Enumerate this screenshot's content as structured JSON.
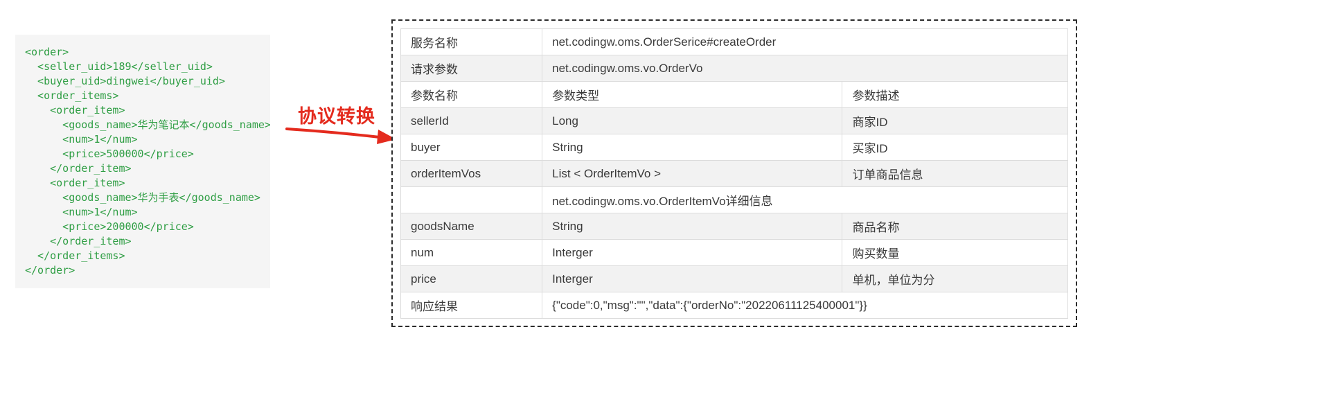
{
  "code_block": {
    "language": "xml",
    "lines": [
      "<order>",
      "  <seller_uid>189</seller_uid>",
      "  <buyer_uid>dingwei</buyer_uid>",
      "  <order_items>",
      "    <order_item>",
      "      <goods_name>华为笔记本</goods_name>",
      "      <num>1</num>",
      "      <price>500000</price>",
      "    </order_item>",
      "    <order_item>",
      "      <goods_name>华为手表</goods_name>",
      "      <num>1</num>",
      "      <price>200000</price>",
      "    </order_item>",
      "  </order_items>",
      "</order>"
    ]
  },
  "arrow": {
    "label": "协议转换",
    "color": "#e42b1e",
    "direction": "right"
  },
  "table": {
    "rows": [
      {
        "cells": [
          {
            "text": "服务名称"
          },
          {
            "text": "net.codingw.oms.OrderSerice#createOrder",
            "colspan": 2
          }
        ]
      },
      {
        "cells": [
          {
            "text": "请求参数"
          },
          {
            "text": "net.codingw.oms.vo.OrderVo",
            "colspan": 2
          }
        ]
      },
      {
        "cells": [
          {
            "text": "参数名称"
          },
          {
            "text": "参数类型"
          },
          {
            "text": "参数描述"
          }
        ]
      },
      {
        "cells": [
          {
            "text": "sellerId"
          },
          {
            "text": "Long"
          },
          {
            "text": "商家ID"
          }
        ]
      },
      {
        "cells": [
          {
            "text": "buyer"
          },
          {
            "text": "String"
          },
          {
            "text": "买家ID"
          }
        ]
      },
      {
        "cells": [
          {
            "text": "orderItemVos"
          },
          {
            "text": "List < OrderItemVo >"
          },
          {
            "text": "订单商品信息"
          }
        ]
      },
      {
        "cells": [
          {
            "text": ""
          },
          {
            "text": "net.codingw.oms.vo.OrderItemVo详细信息",
            "colspan": 2
          }
        ]
      },
      {
        "cells": [
          {
            "text": "goodsName"
          },
          {
            "text": "String"
          },
          {
            "text": "商品名称"
          }
        ]
      },
      {
        "cells": [
          {
            "text": "num"
          },
          {
            "text": "Interger"
          },
          {
            "text": "购买数量"
          }
        ]
      },
      {
        "cells": [
          {
            "text": "price"
          },
          {
            "text": "Interger"
          },
          {
            "text": "单机，单位为分"
          }
        ]
      },
      {
        "cells": [
          {
            "text": "响应结果"
          },
          {
            "text": "{\"code\":0,\"msg\":\"\",\"data\":{\"orderNo\":\"20220611125400001\"}}",
            "colspan": 2
          }
        ]
      }
    ]
  },
  "colors": {
    "code_text": "#2f9e44",
    "code_background": "#f5f5f5",
    "arrow_red": "#e42b1e",
    "table_alt_row": "#f2f2f2",
    "table_border": "#dcdcdc",
    "dashed_border": "#2b2b2b"
  }
}
